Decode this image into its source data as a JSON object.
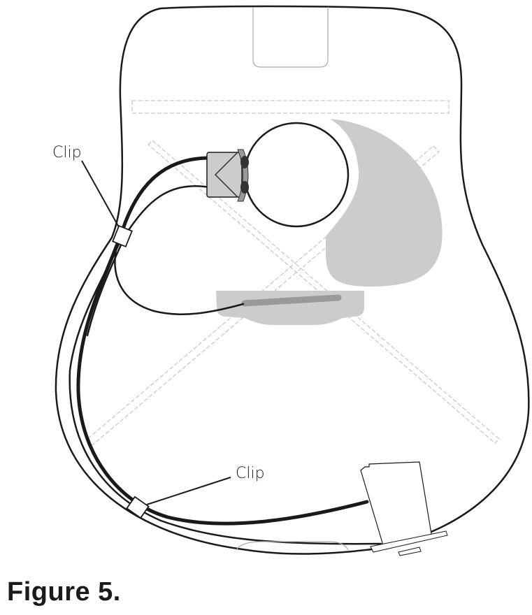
{
  "figure": {
    "caption": "Figure 5.",
    "subject": "acoustic guitar body (top view) with pickup wiring",
    "labels": [
      {
        "id": "clip-upper",
        "text": "Clip"
      },
      {
        "id": "clip-lower",
        "text": "Clip"
      }
    ],
    "components": [
      {
        "name": "soundhole"
      },
      {
        "name": "pickguard"
      },
      {
        "name": "bridge"
      },
      {
        "name": "saddle-pickup"
      },
      {
        "name": "soundhole-pickup"
      },
      {
        "name": "endpin-jack-preamp"
      },
      {
        "name": "neck-block"
      },
      {
        "name": "tail-block"
      },
      {
        "name": "upper-transverse-brace"
      },
      {
        "name": "x-braces"
      },
      {
        "name": "cable-clips"
      }
    ],
    "colors": {
      "outline": "#1a1a1a",
      "fill_light": "#cccccc",
      "fill_dark": "#999999",
      "brace_dash": "#bbbbbb",
      "background": "#ffffff"
    }
  }
}
